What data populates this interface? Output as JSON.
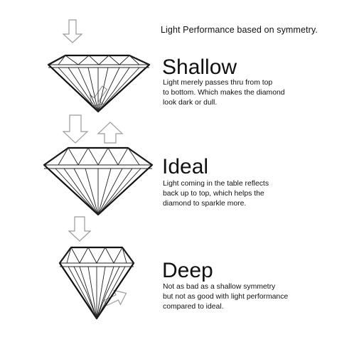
{
  "heading": "Light Performance based on symmetry.",
  "sections": [
    {
      "title": "Shallow",
      "description": "Light merely passes thru from top\nto bottom. Which makes the diamond\nlook dark or dull.",
      "diamond": "shallow"
    },
    {
      "title": "Ideal",
      "description": "Light coming in the table reflects\nback up to top, which helps the\ndiamond to sparkle more.",
      "diamond": "ideal"
    },
    {
      "title": "Deep",
      "description": "Not as bad as a shallow symmetry\nbut not as good with light performance\ncompared to ideal.",
      "diamond": "deep"
    }
  ],
  "colors": {
    "outline": "#111111",
    "arrow_stroke": "#9a9a9a",
    "background": "#ffffff"
  }
}
